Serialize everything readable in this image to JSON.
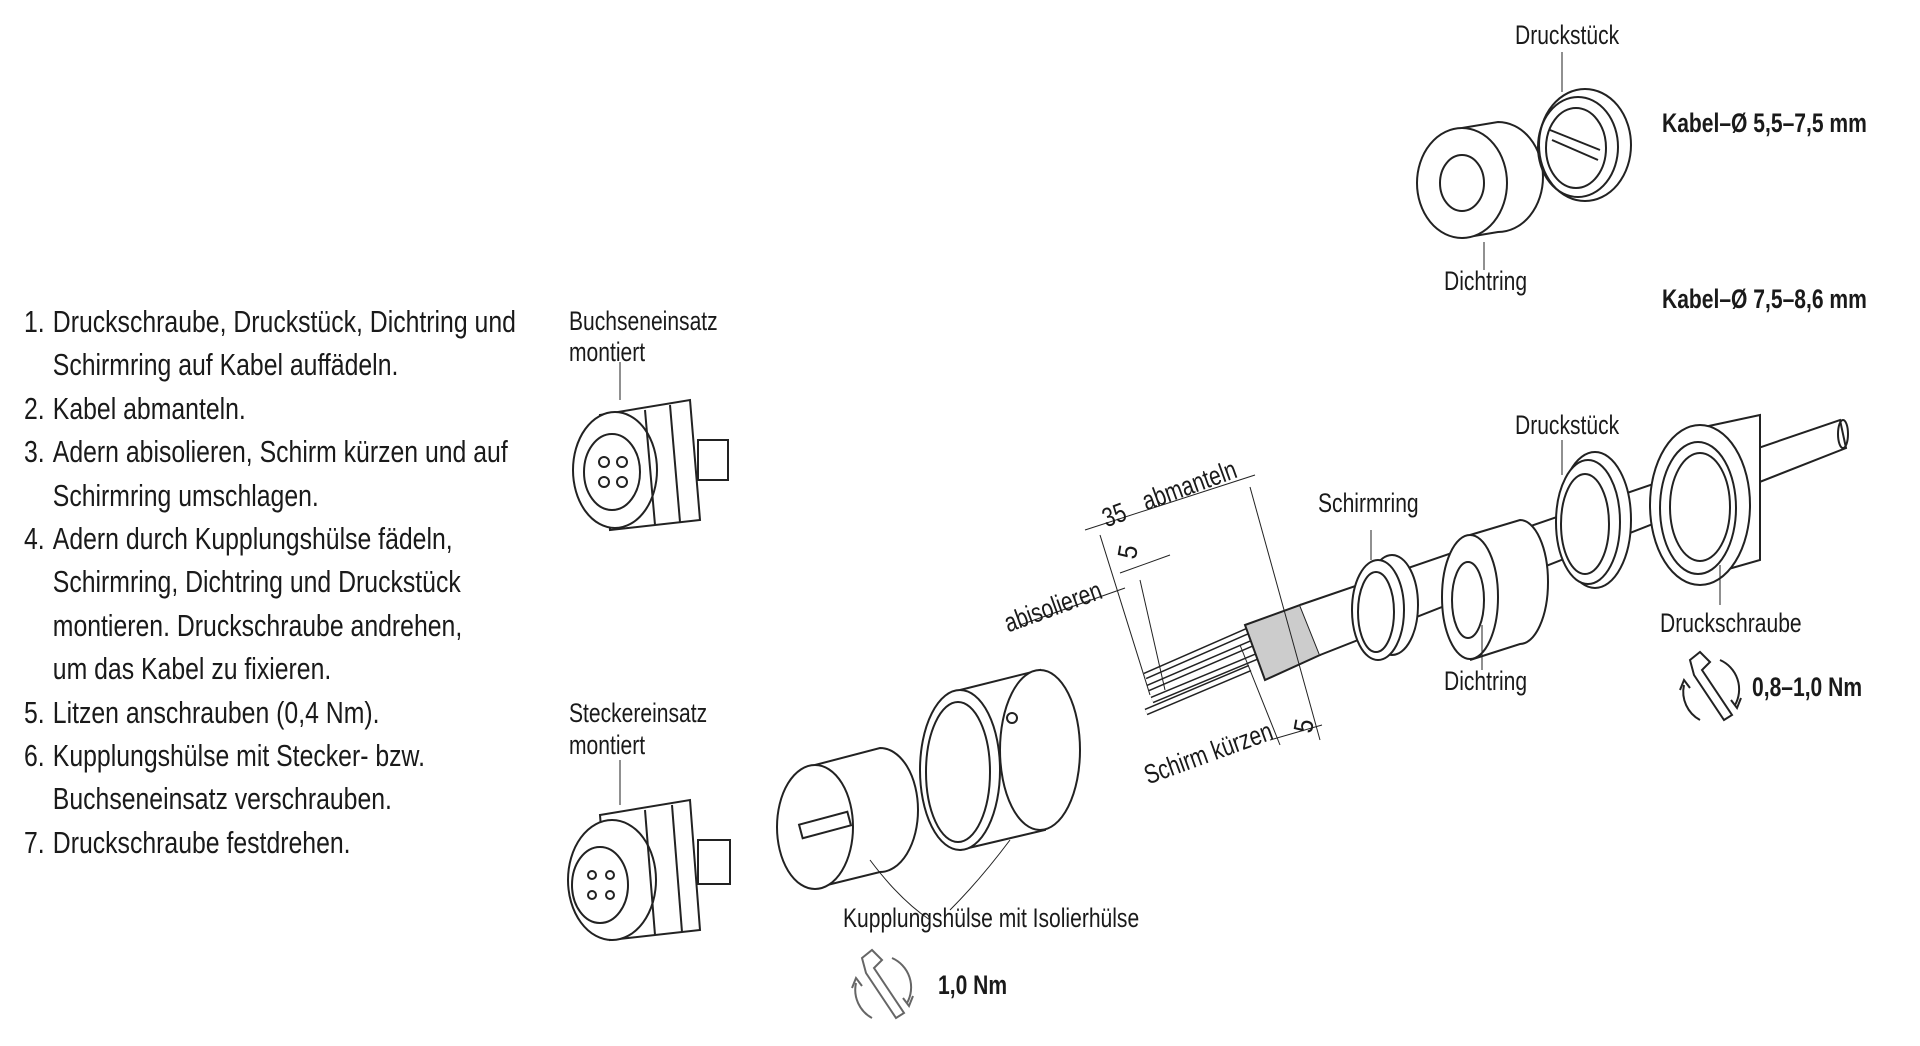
{
  "steps": [
    {
      "num": "1.",
      "lines": [
        "Druckschraube, Druckstück, Dichtring und",
        "Schirmring auf Kabel auffädeln."
      ]
    },
    {
      "num": "2.",
      "lines": [
        "Kabel abmanteln."
      ]
    },
    {
      "num": "3.",
      "lines": [
        "Adern abisolieren, Schirm kürzen und auf",
        "Schirmring umschlagen."
      ]
    },
    {
      "num": "4.",
      "lines": [
        "Adern durch Kupplungshülse fädeln,",
        "Schirmring, Dichtring und Druckstück",
        "montieren. Druckschraube andrehen,",
        "um das Kabel zu fixieren."
      ]
    },
    {
      "num": "5.",
      "lines": [
        "Litzen anschrauben (0,4 Nm)."
      ]
    },
    {
      "num": "6.",
      "lines": [
        "Kupplungshülse mit Stecker- bzw.",
        "Buchseneinsatz verschrauben."
      ]
    },
    {
      "num": "7.",
      "lines": [
        "Druckschraube festdrehen."
      ]
    }
  ],
  "labels": {
    "druckstueck_top": "Druckstück",
    "dichtring_top": "Dichtring",
    "kabel_small": "Kabel–Ø 5,5–7,5 mm",
    "kabel_large": "Kabel–Ø 7,5–8,6 mm",
    "buchseneinsatz_1": "Buchseneinsatz",
    "buchseneinsatz_2": "montiert",
    "steckereinsatz_1": "Steckereinsatz",
    "steckereinsatz_2": "montiert",
    "druckstueck_mid": "Druckstück",
    "schirmring": "Schirmring",
    "dichtring_mid": "Dichtring",
    "druckschraube": "Druckschraube",
    "kupplungshuelse": "Kupplungshülse mit Isolierhülse",
    "dim_35": "35",
    "abmanteln": "abmanteln",
    "dim_5_top": "5",
    "abisolieren": "abisolieren",
    "dim_5_bottom": "5",
    "schirm_kuerzen": "Schirm kürzen",
    "torque_screw": "0,8–1,0 Nm",
    "torque_coupling": "1,0 Nm"
  },
  "icons": {
    "torque": "wrench-rotate-icon"
  }
}
